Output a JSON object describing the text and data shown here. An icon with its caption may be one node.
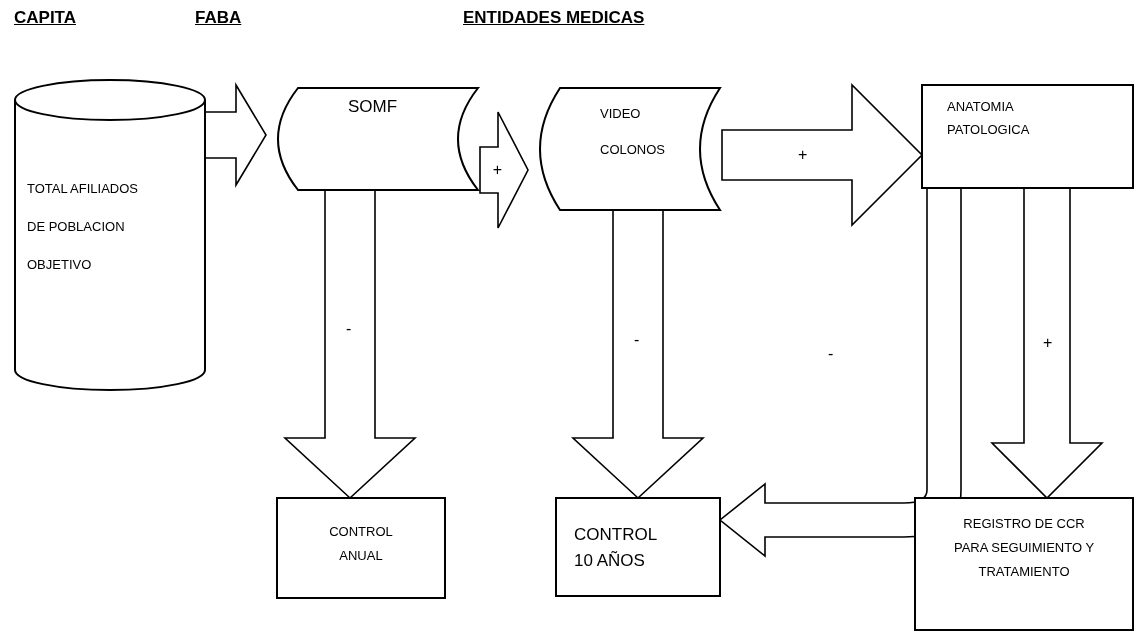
{
  "diagram": {
    "nodes": [
      {
        "text": [
          "TOTAL AFILIADOS DE POBLACION OBJETIVO"
        ]
      },
      {
        "text": [
          "SOMF"
        ]
      },
      {
        "text": [
          "VIDEO COLONOS"
        ]
      },
      {
        "text": [
          "ANATOMIA PATOLOGICA"
        ]
      },
      {
        "text": [
          "CONTROL ANUAL"
        ]
      },
      {
        "text": [
          "CONTROL 10 AÑOS"
        ]
      },
      {
        "text": [
          "REGISTRO DE CCR PARA SEGUIMIENTO Y TRATAMIENTO"
        ]
      }
    ],
    "edges": [
      {
        "from": 0,
        "to": 1,
        "arrow": "to"
      },
      {
        "from": 1,
        "to": 2,
        "arrow": "to",
        "label": "+"
      },
      {
        "from": 2,
        "to": 3,
        "arrow": "to",
        "label": "+"
      },
      {
        "from": 1,
        "to": 4,
        "arrow": "to",
        "label": "-"
      },
      {
        "from": 2,
        "to": 5,
        "arrow": "to",
        "label": "-"
      },
      {
        "from": 3,
        "to": 5,
        "arrow": "to",
        "label": "-"
      },
      {
        "from": 3,
        "to": 6,
        "arrow": "to",
        "label": "+"
      }
    ],
    "labels": [
      "CAPITA",
      "FABA",
      "ENTIDADES MEDICAS"
    ]
  }
}
